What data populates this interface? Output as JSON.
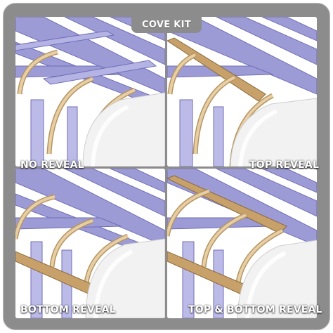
{
  "title": "COVE KIT",
  "panels": [
    {
      "label": "NO REVEAL"
    },
    {
      "label": "TOP REVEAL"
    },
    {
      "label": "BOTTOM REVEAL"
    },
    {
      "label": "TOP & BOTTOM REVEAL"
    }
  ],
  "colors": {
    "frame": "#8c8c8c",
    "joist": "#9c9bd6",
    "joist_dark": "#6f6eb8",
    "arch": "#d9b98a",
    "cove": "#f2f2f2",
    "wood_board": "#c7a06a"
  }
}
